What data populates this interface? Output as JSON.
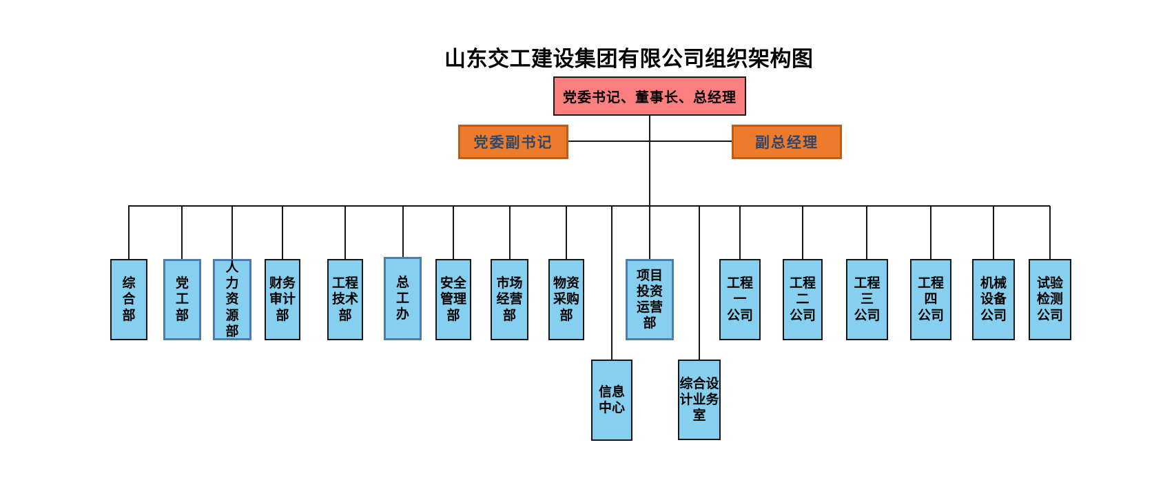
{
  "title": "山东交工建设集团有限公司组织架构图",
  "colors": {
    "background": "#FFFFFF",
    "text": "#000000",
    "line": "#151515",
    "chairman_fill": "#FA7F7E",
    "chairman_border": "#1A1A1A",
    "deputy_fill": "#EC7C2C",
    "deputy_border": "#BE5B17",
    "deputy_text": "#31466B",
    "dept_fill": "#86CFEE",
    "dept_border": "#151515",
    "dept_border_highlight": "#4C7CB0"
  },
  "chairman": {
    "name": "党委书记、董事长、总经理",
    "label": "党委书记、董事长、总经理"
  },
  "deputies": [
    {
      "name": "党委副书记",
      "label": "党委副书记"
    },
    {
      "name": "副总经理",
      "label": "副总经理"
    }
  ],
  "departments": [
    {
      "name": "综合部",
      "label": "综\n合\n部",
      "highlighted": false
    },
    {
      "name": "党工部",
      "label": "党\n工\n部",
      "highlighted": true
    },
    {
      "name": "人力资源部",
      "label": "人\n力\n资\n源\n部",
      "highlighted": true
    },
    {
      "name": "财务审计部",
      "label": "财务\n审计\n部",
      "highlighted": false
    },
    {
      "name": "工程技术部",
      "label": "工程\n技术\n部",
      "highlighted": false
    },
    {
      "name": "总工办",
      "label": "总\n工\n办",
      "highlighted": true
    },
    {
      "name": "安全管理部",
      "label": "安全\n管理\n部",
      "highlighted": false
    },
    {
      "name": "市场经营部",
      "label": "市场\n经营\n部",
      "highlighted": false
    },
    {
      "name": "物资采购部",
      "label": "物资\n采购\n部",
      "highlighted": false
    },
    {
      "name": "项目投资运营部",
      "label": "项目\n投资\n运营\n部",
      "highlighted": true
    },
    {
      "name": "工程一公司",
      "label": "工程\n一\n公司",
      "highlighted": false
    },
    {
      "name": "工程二公司",
      "label": "工程\n二\n公司",
      "highlighted": false
    },
    {
      "name": "工程三公司",
      "label": "工程\n三\n公司",
      "highlighted": false
    },
    {
      "name": "工程四公司",
      "label": "工程\n四\n公司",
      "highlighted": false
    },
    {
      "name": "机械设备公司",
      "label": "机械\n设备\n公司",
      "highlighted": false
    },
    {
      "name": "试验检测公司",
      "label": "试验\n检测\n公司",
      "highlighted": false
    }
  ],
  "sub_units": [
    {
      "name": "信息中心",
      "label": "信息\n中心"
    },
    {
      "name": "综合设计业务室",
      "label": "综合设\n计业务\n室"
    }
  ]
}
